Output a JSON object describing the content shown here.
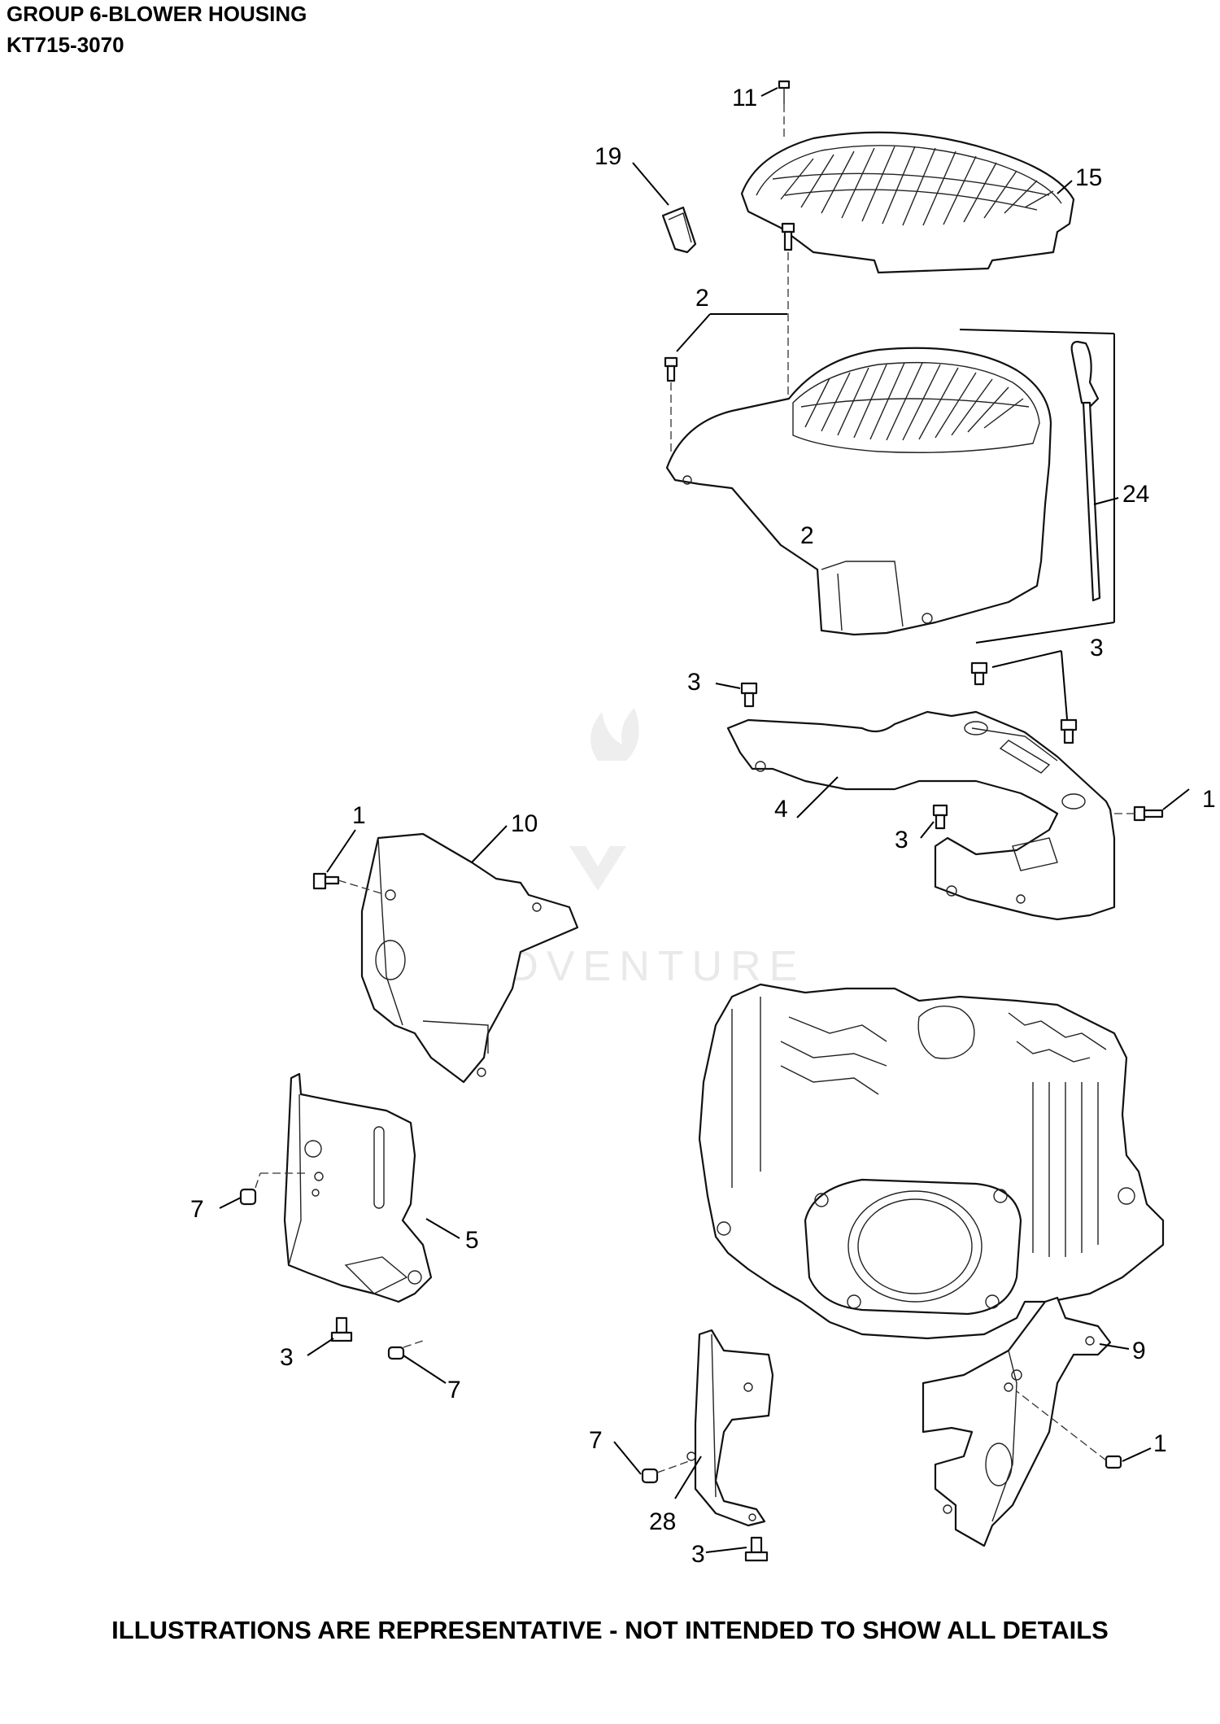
{
  "header": {
    "title": "GROUP 6-BLOWER HOUSING",
    "model": "KT715-3070"
  },
  "footer": "ILLUSTRATIONS ARE REPRESENTATIVE - NOT INTENDED TO SHOW ALL DETAILS",
  "watermark": "LEADVENTURE",
  "callouts": {
    "c11": "11",
    "c19": "19",
    "c15": "15",
    "c2a": "2",
    "c2b": "2",
    "c24": "24",
    "c3a": "3",
    "c3b": "3",
    "c3c": "3",
    "c1a": "1",
    "c4": "4",
    "c1b": "1",
    "c10": "10",
    "c7a": "7",
    "c5": "5",
    "c3d": "3",
    "c7b": "7",
    "c9": "9",
    "c7c": "7",
    "c1c": "1",
    "c28": "28",
    "c3e": "3"
  }
}
